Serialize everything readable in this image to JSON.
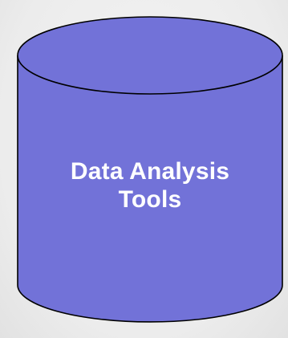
{
  "diagram": {
    "shape": "cylinder",
    "fill_color": "#7272d8",
    "stroke_color": "#000000",
    "label_color": "#ffffff",
    "label_lines": [
      "Data Analysis",
      "Tools"
    ]
  }
}
